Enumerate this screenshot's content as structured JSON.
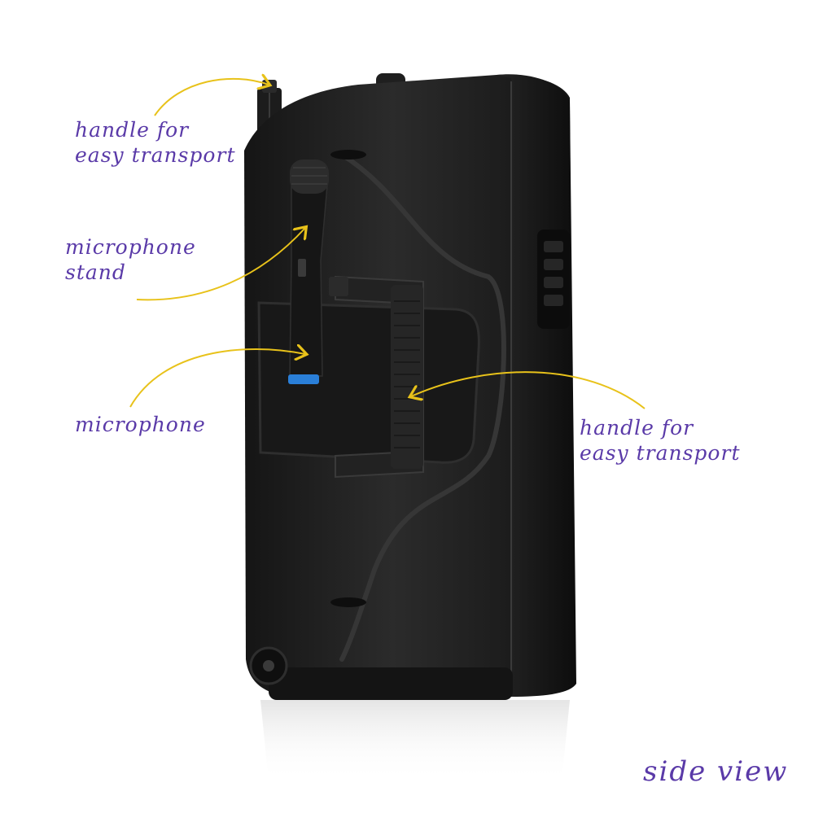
{
  "colors": {
    "annotation_text": "#5a3aa8",
    "arrow": "#e8c21a",
    "speaker_body": "#1e1e1e",
    "background": "#ffffff"
  },
  "annotations": {
    "top_handle": "handle for\neasy transport",
    "mic_stand": "microphone\nstand",
    "microphone": "microphone",
    "side_handle": "handle for\neasy transport"
  },
  "caption": "side view"
}
